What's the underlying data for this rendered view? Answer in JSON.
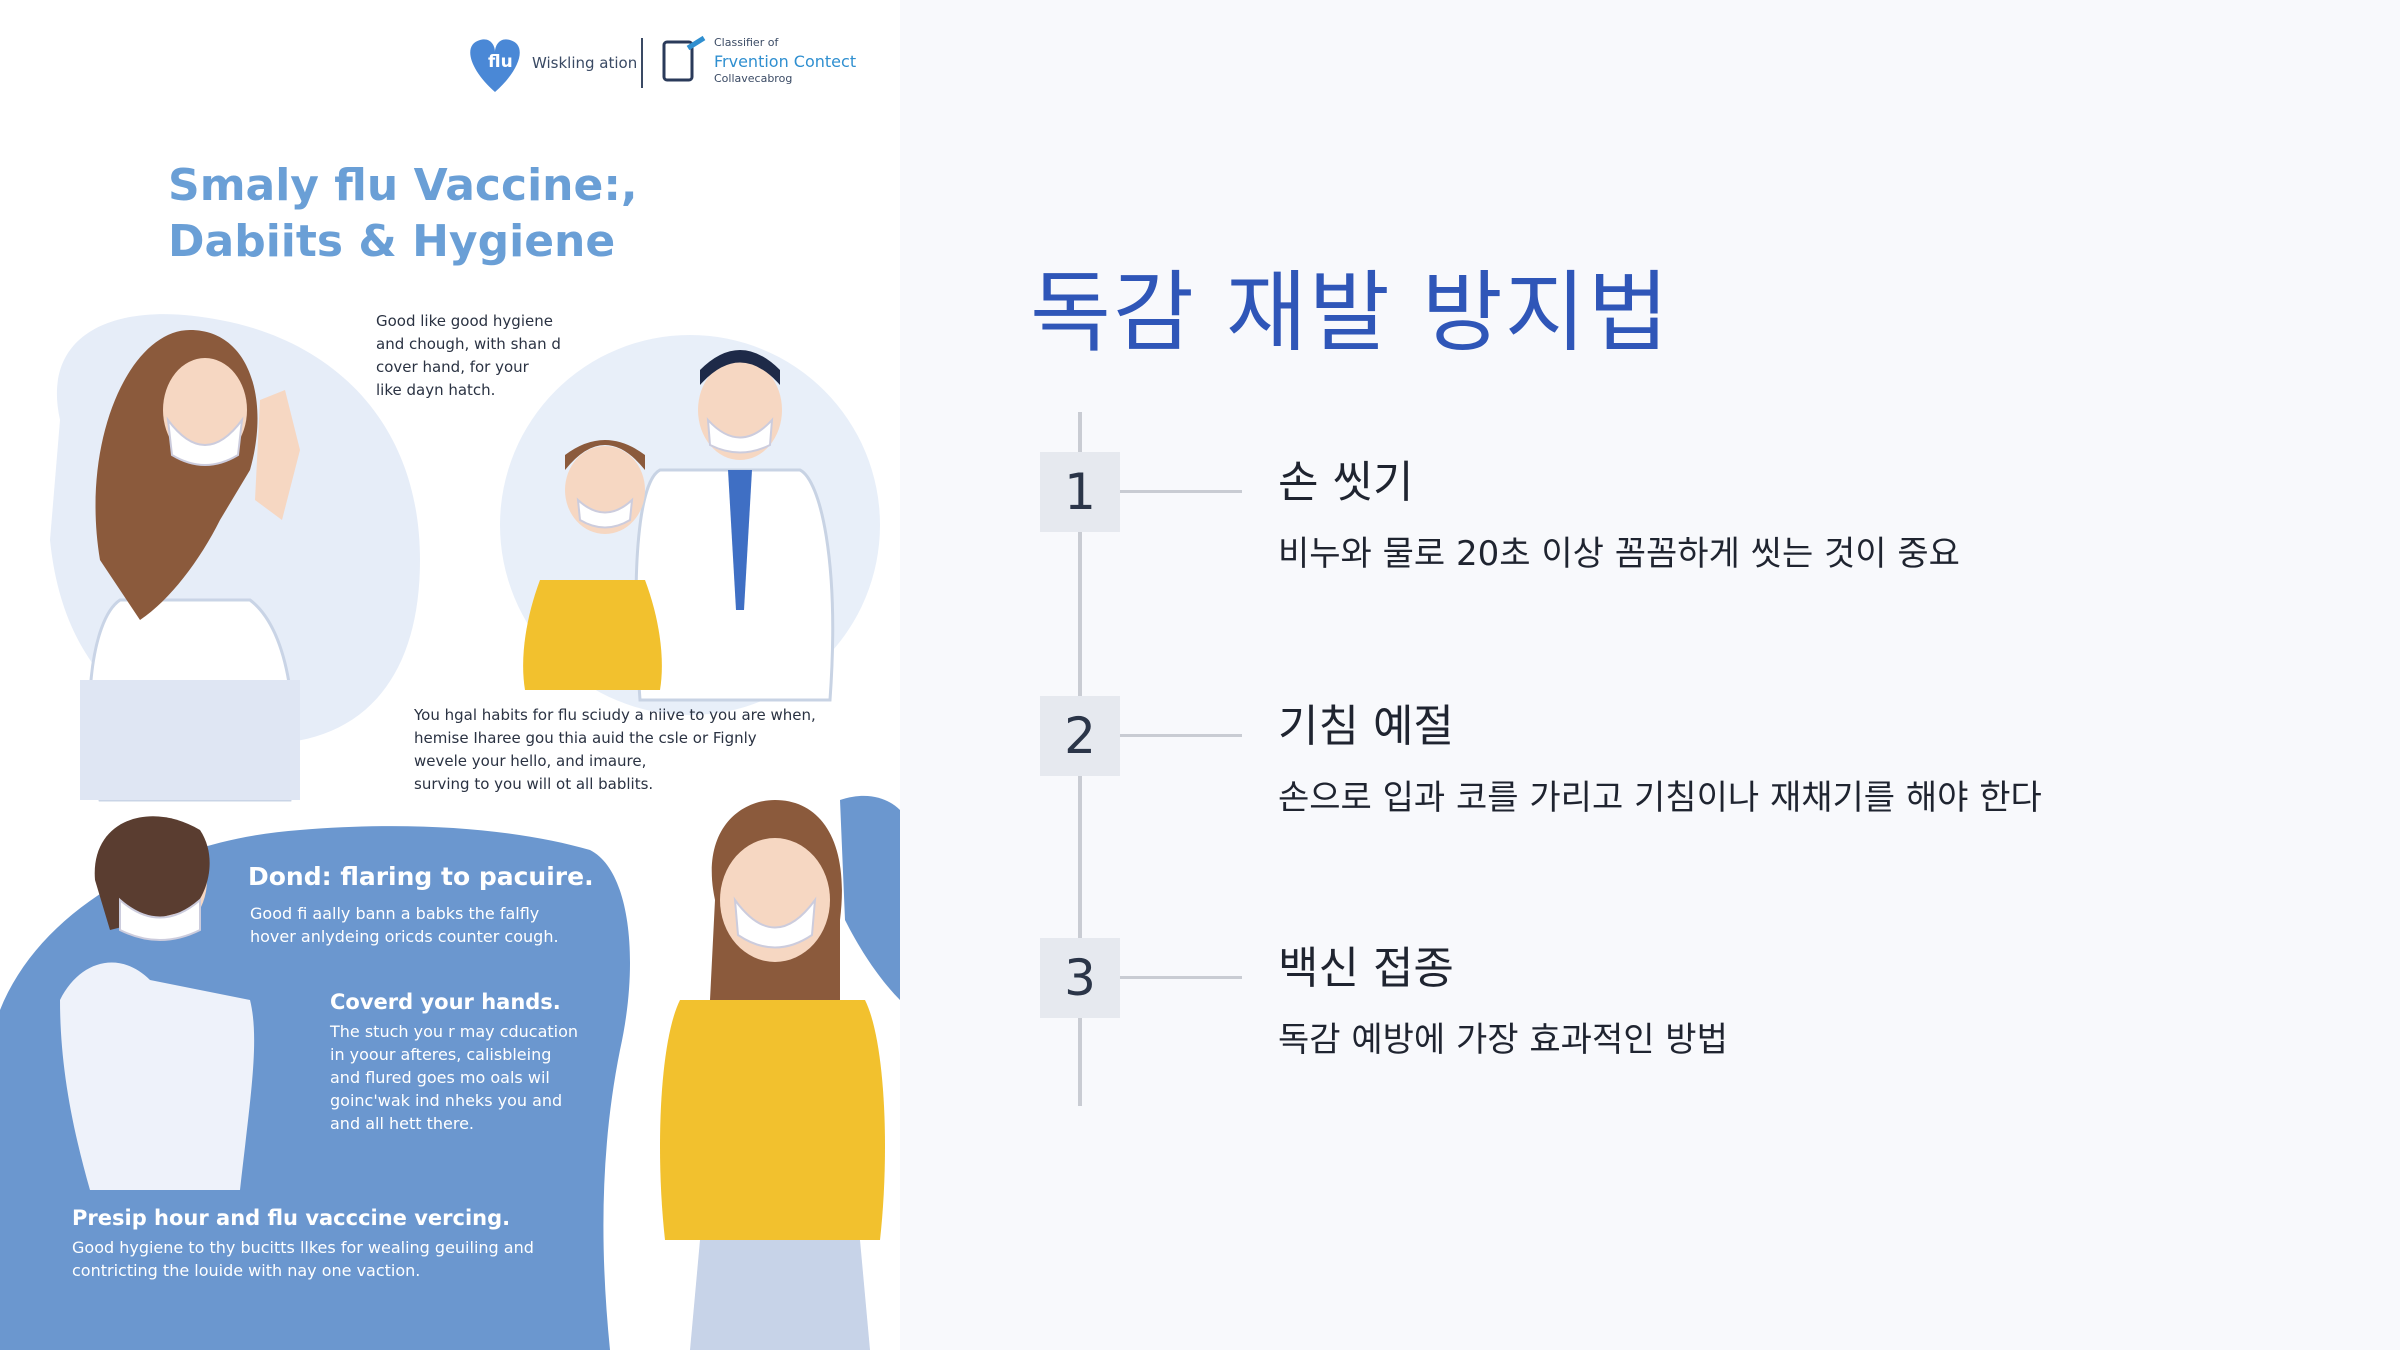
{
  "poster": {
    "logo1_text": "Wiskling ation",
    "logo2_line1": "Classifier of",
    "logo2_line2": "Frvention Contect",
    "logo2_line3": "Collavecabrog",
    "title": "Smaly flu Vaccine:,\nDabiits & Hygiene",
    "note1": "Good like good hygiene\n and chough, with shan d\ncover hand, for your\nlike dayn hatch.",
    "note2": "You hgal habits for flu sciudy a niive to you are when,\nhemise Iharee gou thia auid the csle or Fignly\nwevele your hello, and imaure,\nsurving to you will ot all bablits.",
    "head1": "Dond: flaring to pacuire.",
    "body1": "Good fi aally bann a babks the falfly\nhover anlydeing oricds counter cough.",
    "head2": "Coverd your hands.",
    "body2": "The stuch you r may cducation\nin yoour afteres, calisbleing\nand flured goes mo oals wil\ngoinc'wak ind nheks you and\nand all hett there.",
    "head3": "Presip hour and flu vacccine vercing.",
    "body3": "Good hygiene to thy bucitts llkes for wealing geuiling and\ncontricting the louide with nay one vaction."
  },
  "slide": {
    "title": "독감 재발 방지법",
    "steps": [
      {
        "number": "1",
        "title": "손 씻기",
        "desc": "비누와 물로 20초 이상 꼼꼼하게 씻는 것이 중요"
      },
      {
        "number": "2",
        "title": "기침 예절",
        "desc": "손으로 입과 코를 가리고 기침이나 재채기를 해야 한다"
      },
      {
        "number": "3",
        "title": "백신 접종",
        "desc": "독감 예방에 가장 효과적인 방법"
      }
    ]
  },
  "colors": {
    "accent": "#2f56b8",
    "poster_blue": "#6b97cf",
    "title_blue": "#6a9fd6",
    "yellow": "#f2c12e"
  }
}
